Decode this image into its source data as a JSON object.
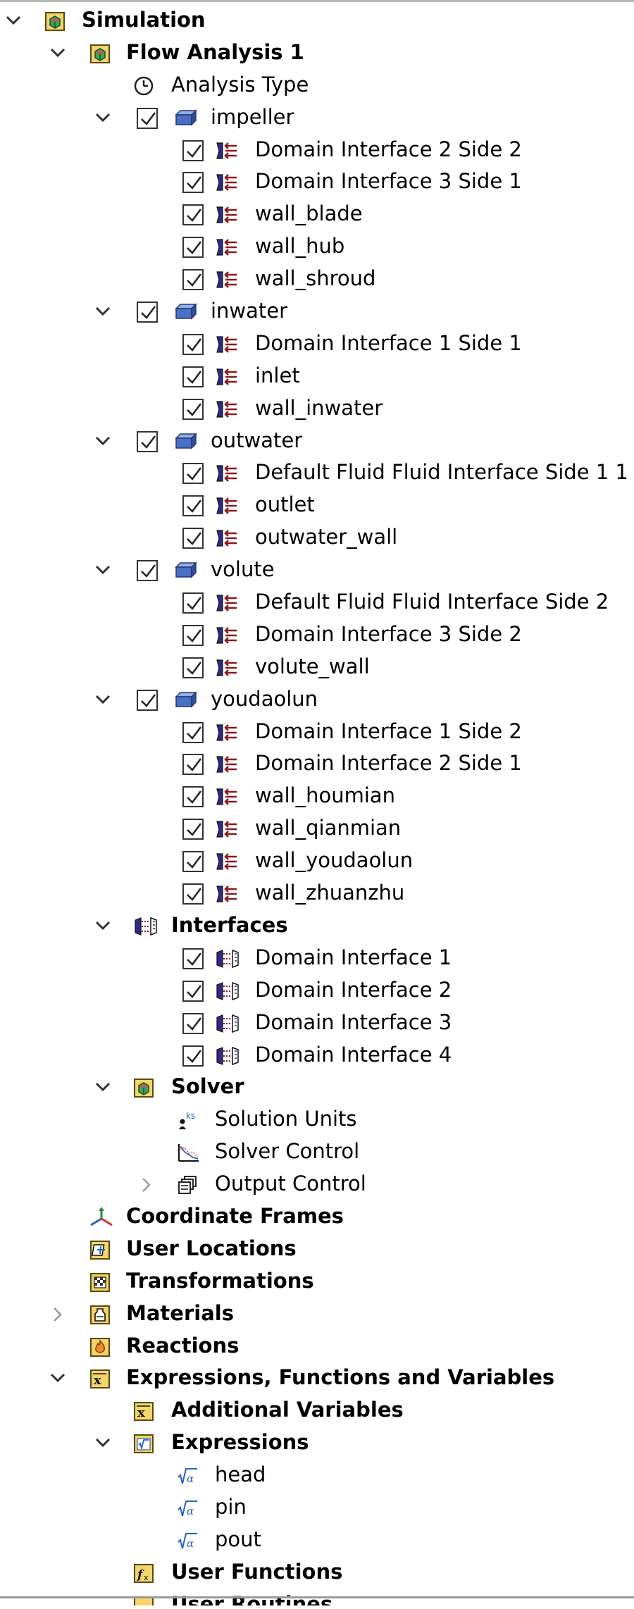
{
  "tree": {
    "simulation": "Simulation",
    "flow_analysis": "Flow Analysis 1",
    "analysis_type": "Analysis Type",
    "domains": [
      {
        "name": "impeller",
        "children": [
          "Domain Interface 2 Side 2",
          "Domain Interface 3 Side 1",
          "wall_blade",
          "wall_hub",
          "wall_shroud"
        ]
      },
      {
        "name": "inwater",
        "children": [
          "Domain Interface 1 Side 1",
          "inlet",
          "wall_inwater"
        ]
      },
      {
        "name": "outwater",
        "children": [
          "Default Fluid Fluid Interface Side 1 1",
          "outlet",
          "outwater_wall"
        ]
      },
      {
        "name": "volute",
        "children": [
          "Default Fluid Fluid Interface Side 2",
          "Domain Interface 3 Side 2",
          "volute_wall"
        ]
      },
      {
        "name": "youdaolun",
        "children": [
          "Domain Interface 1 Side 2",
          "Domain Interface 2 Side 1",
          "wall_houmian",
          "wall_qianmian",
          "wall_youdaolun",
          "wall_zhuanzhu"
        ]
      }
    ],
    "interfaces": {
      "label": "Interfaces",
      "children": [
        "Domain Interface 1",
        "Domain Interface 2",
        "Domain Interface 3",
        "Domain Interface 4"
      ]
    },
    "solver": {
      "label": "Solver",
      "children": [
        "Solution Units",
        "Solver Control",
        "Output Control"
      ]
    },
    "coordinate_frames": "Coordinate Frames",
    "user_locations": "User Locations",
    "transformations": "Transformations",
    "materials": "Materials",
    "reactions": "Reactions",
    "expressions_functions_variables": "Expressions, Functions and Variables",
    "additional_variables": "Additional Variables",
    "expressions": {
      "label": "Expressions",
      "children": [
        "head",
        "pin",
        "pout"
      ]
    },
    "user_functions": "User Functions",
    "cut_off_label": "User Routines"
  },
  "colors": {
    "folder_yellow": "#e8c64a",
    "domain_blue": "#4a6fc4",
    "boundary_red": "#8b1a1a",
    "arrow_gray": "#333333"
  },
  "icons": {
    "folder": "folder-icon",
    "domain": "domain-box-icon",
    "boundary": "boundary-icon",
    "interface": "interface-icon",
    "clock": "clock-icon",
    "expression": "expression-icon"
  }
}
